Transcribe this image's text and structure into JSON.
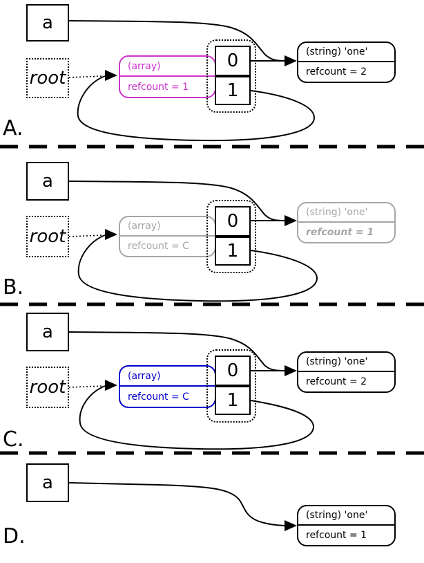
{
  "colors": {
    "panel_a_array_highlight": "#cc33cc",
    "panel_b_faded": "#a6a6a6",
    "panel_c_array_highlight": "#0000cc",
    "line_color": "#000000",
    "background": "#ffffff"
  },
  "panels": [
    {
      "label": "A.",
      "var_name": "a",
      "root_label": "root",
      "array": {
        "type": "(array)",
        "refcount": "refcount = 1"
      },
      "cells": [
        "0",
        "1"
      ],
      "string": {
        "type": "(string) 'one'",
        "refcount": "refcount = 2"
      }
    },
    {
      "label": "B.",
      "var_name": "a",
      "root_label": "root",
      "array": {
        "type": "(array)",
        "refcount": "refcount = C"
      },
      "cells": [
        "0",
        "1"
      ],
      "string": {
        "type": "(string) 'one'",
        "refcount": "refcount = 1"
      }
    },
    {
      "label": "C.",
      "var_name": "a",
      "root_label": "root",
      "array": {
        "type": "(array)",
        "refcount": "refcount = C"
      },
      "cells": [
        "0",
        "1"
      ],
      "string": {
        "type": "(string) 'one'",
        "refcount": "refcount = 2"
      }
    },
    {
      "label": "D.",
      "var_name": "a",
      "string": {
        "type": "(string) 'one'",
        "refcount": "refcount = 1"
      }
    }
  ]
}
